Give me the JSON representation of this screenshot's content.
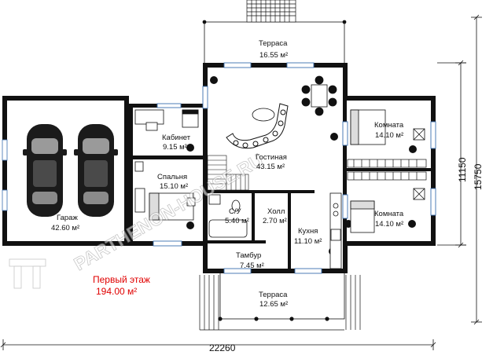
{
  "floor": {
    "title": "Первый этаж",
    "area": "194.00 м²"
  },
  "rooms": {
    "terrace_top": {
      "name": "Терраса",
      "area": "16.55 м²"
    },
    "cabinet": {
      "name": "Кабинет",
      "area": "9.15 м²"
    },
    "living": {
      "name": "Гостиная",
      "area": "43.15 м²"
    },
    "room_1": {
      "name": "Комната",
      "area": "14.10 м²"
    },
    "garage": {
      "name": "Гараж",
      "area": "42.60 м²"
    },
    "bedroom": {
      "name": "Спальня",
      "area": "15.10 м²"
    },
    "bathroom": {
      "name": "С/У",
      "area": "5.40 м²"
    },
    "hall": {
      "name": "Холл",
      "area": "2.70 м²"
    },
    "kitchen": {
      "name": "Кухня",
      "area": "11.10 м²"
    },
    "room_2": {
      "name": "Комната",
      "area": "14.10 м²"
    },
    "vestibule": {
      "name": "Тамбур",
      "area": "7.45 м²"
    },
    "terrace_bottom": {
      "name": "Терраса",
      "area": "12.65 м²"
    }
  },
  "dimensions": {
    "total_width": "22260",
    "depth_main": "11150",
    "depth_total": "15750"
  },
  "watermark": "PARTHENON-HOUSE.RU"
}
